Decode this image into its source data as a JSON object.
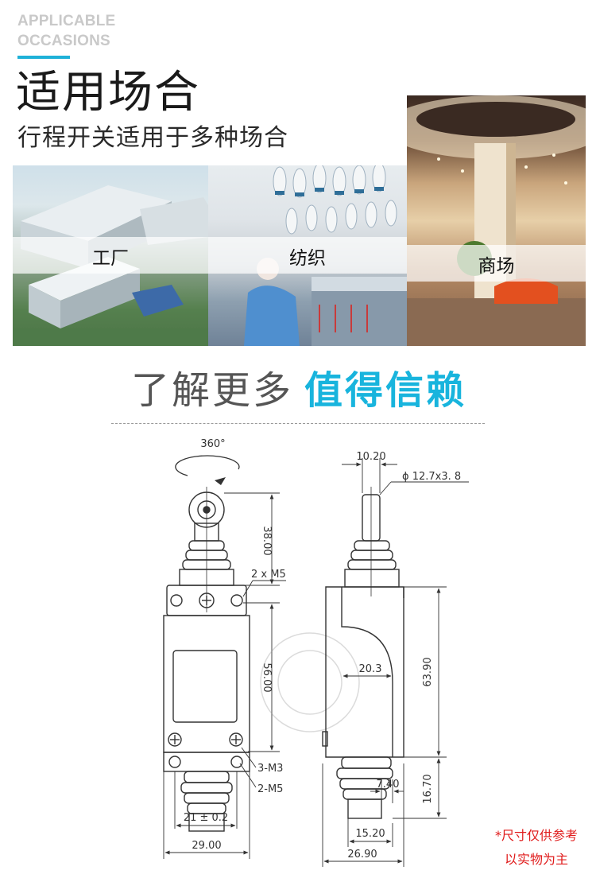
{
  "header": {
    "english_line1": "APPLICABLE",
    "english_line2": "OCCASIONS",
    "title": "适用场合",
    "subtitle": "行程开关适用于多种场合"
  },
  "occasions": [
    {
      "label": "工厂"
    },
    {
      "label": "纺织"
    },
    {
      "label": "商场"
    }
  ],
  "section": {
    "heading_plain": "了解更多",
    "heading_accent": "值得信赖"
  },
  "drawing": {
    "rotation": "360°",
    "front": {
      "height_top": "38.00",
      "height_body": "56.00",
      "screw_top": "2 x M5",
      "screw_bottom_a": "3-M3",
      "screw_bottom_b": "2-M5",
      "hole_spacing": "21 ± 0.2",
      "width": "29.00"
    },
    "side": {
      "plunger_width": "10.20",
      "roller": "ϕ 12.7x3. 8",
      "body_height": "63.90",
      "inner_width": "20.3",
      "bottom_height": "16.70",
      "bottom_inner": "7.40",
      "bottom_width": "15.20",
      "total_width": "26.90"
    }
  },
  "note": {
    "line1": "*尺寸仅供参考",
    "line2": "以实物为主"
  },
  "colors": {
    "accent": "#1fb1d8",
    "note": "#e01b1b"
  }
}
